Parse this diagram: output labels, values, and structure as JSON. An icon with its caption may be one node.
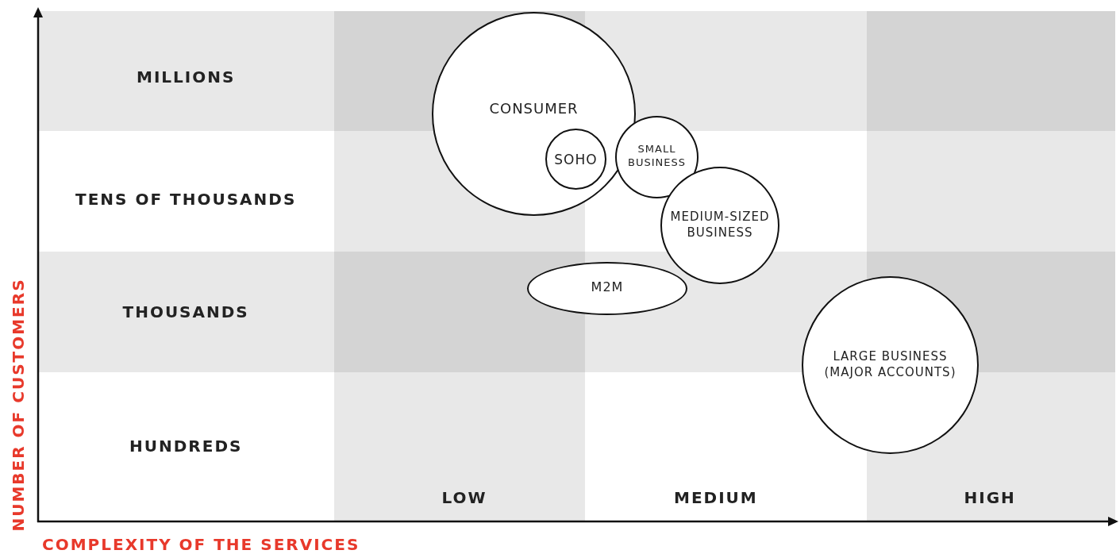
{
  "diagram": {
    "nodes": [
      {
        "text": [
          "CONSUMER"
        ]
      },
      {
        "text": [
          "SOHO"
        ],
        "in": 0
      },
      {
        "text": [
          "SMALL BUSINESS"
        ]
      },
      {
        "text": [
          "MEDIUM-SIZED BUSINESS"
        ]
      },
      {
        "text": [
          "M2M"
        ]
      },
      {
        "text": [
          "LARGE BUSINESS (MAJOR ACCOUNTS)"
        ]
      }
    ],
    "edges": [],
    "labels": [
      "MILLIONS",
      "TENS OF THOUSANDS",
      "THOUSANDS",
      "HUNDREDS",
      "LOW",
      "MEDIUM",
      "HIGH",
      "NUMBER OF CUSTOMERS",
      "COMPLEXITY OF THE SERVICES"
    ]
  }
}
